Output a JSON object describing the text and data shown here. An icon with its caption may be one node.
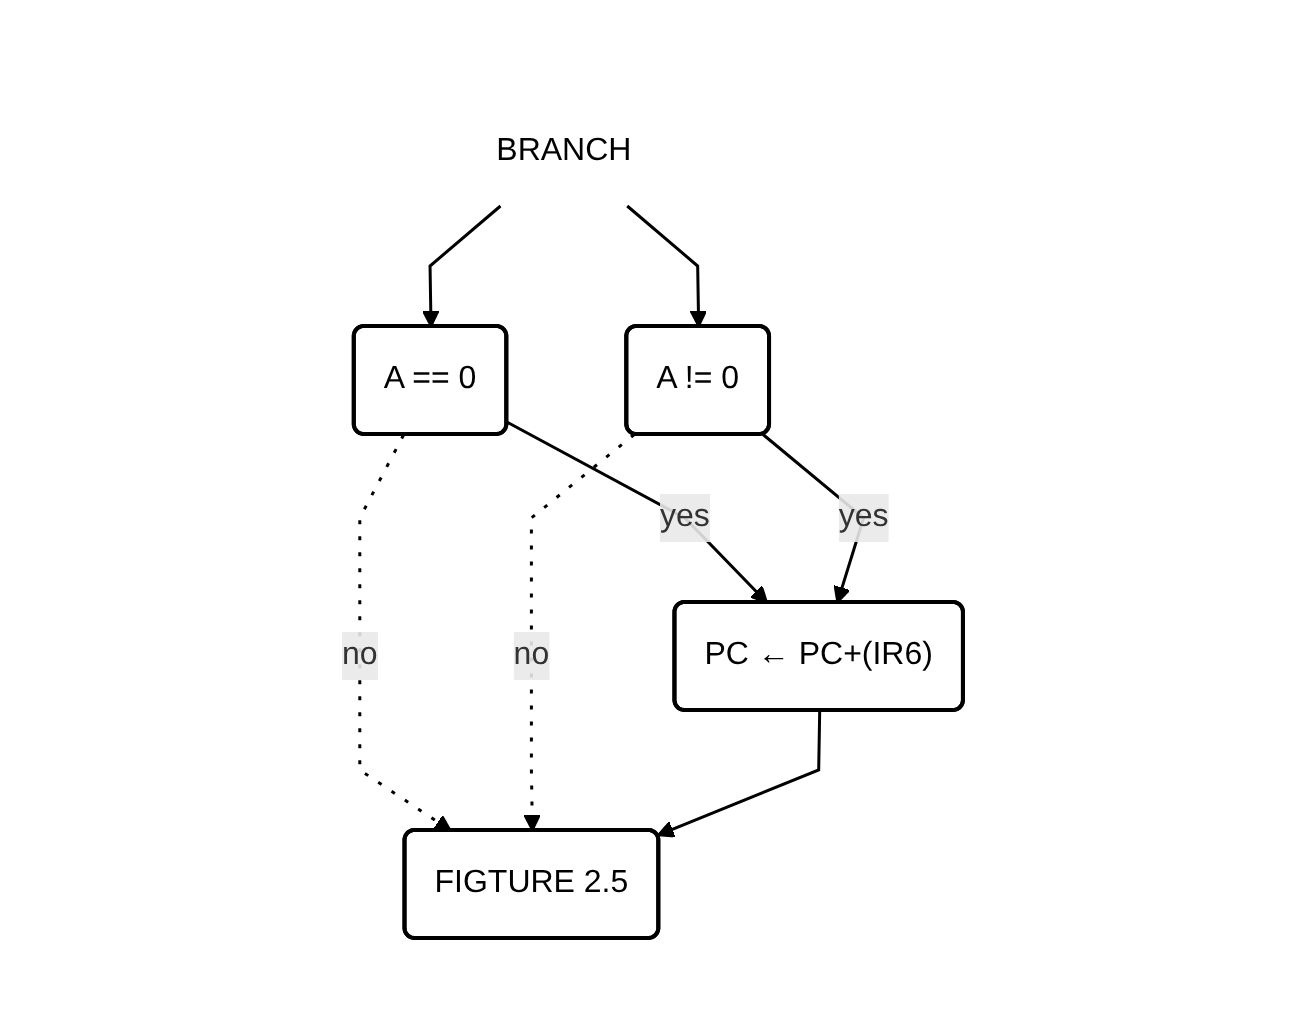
{
  "diagram": {
    "nodes": [
      {
        "text": [
          "BRANCH"
        ]
      },
      {
        "text": [
          "A == 0"
        ]
      },
      {
        "text": [
          "A != 0"
        ]
      },
      {
        "text": [
          "PC ← PC+(IR6)"
        ]
      },
      {
        "text": [
          "FIGTURE 2.5"
        ]
      }
    ],
    "edges": [
      {
        "from": 0,
        "to": 1,
        "arrow": "to"
      },
      {
        "from": 0,
        "to": 2,
        "arrow": "to"
      },
      {
        "from": 1,
        "to": 3,
        "arrow": "to",
        "label": "yes"
      },
      {
        "from": 1,
        "to": 4,
        "arrow": "to",
        "label": "no",
        "style": "dashed"
      },
      {
        "from": 2,
        "to": 3,
        "arrow": "to",
        "label": "yes"
      },
      {
        "from": 2,
        "to": 4,
        "arrow": "to",
        "label": "no",
        "style": "dashed"
      },
      {
        "from": 3,
        "to": 4,
        "arrow": "to"
      }
    ]
  }
}
